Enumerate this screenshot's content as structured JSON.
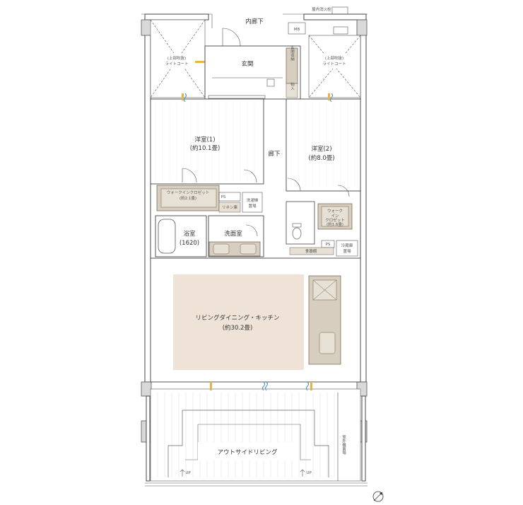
{
  "title": "",
  "rooms": {
    "inner_corridor": "内廊下",
    "mb": "MB",
    "fire_hydrant": "屋内消火栓",
    "entrance": "玄関",
    "shoe_storage": "玄関収納",
    "closet_small": "物入",
    "corridor": "廊下",
    "western1_name": "洋室(1)",
    "western1_size": "(約10.1畳)",
    "western2_name": "洋室(2)",
    "western2_size": "(約8.0畳)",
    "walkin1_name": "ウォークインクロゼット",
    "walkin1_size": "(約2.1畳)",
    "walkin2_line1": "ウォーク",
    "walkin2_line2": "イン",
    "walkin2_line3": "クロゼット",
    "walkin2_size": "(約1.6畳)",
    "ps1": "PS",
    "ps2": "PS",
    "linen": "リネン庫",
    "washer_line1": "洗濯機",
    "washer_line2": "置場",
    "bath_name": "浴室",
    "bath_size": "(1620)",
    "washroom": "洗面室",
    "fridge_line1": "冷蔵庫",
    "fridge_line2": "置場",
    "pantry": "食器棚",
    "ldk_name": "リビングダイニング・キッチン",
    "ldk_size": "(約30.2畳)",
    "light_court_left_1": "(上部吹抜)",
    "light_court_left_2": "ライトコート",
    "light_court_right_1": "(上部吹抜)",
    "light_court_right_2": "ライトコート",
    "outside_living": "アウトサイドリビング",
    "up_left": "UP",
    "up_right": "UP",
    "side_label": "室外機置場"
  },
  "compass_icon": "compass-north-arrow-icon",
  "colors": {
    "storage": "#d7cebf",
    "ldk_floor": "#efe3d8",
    "airflow": "#4a90c2",
    "light": "#e8b24a"
  }
}
